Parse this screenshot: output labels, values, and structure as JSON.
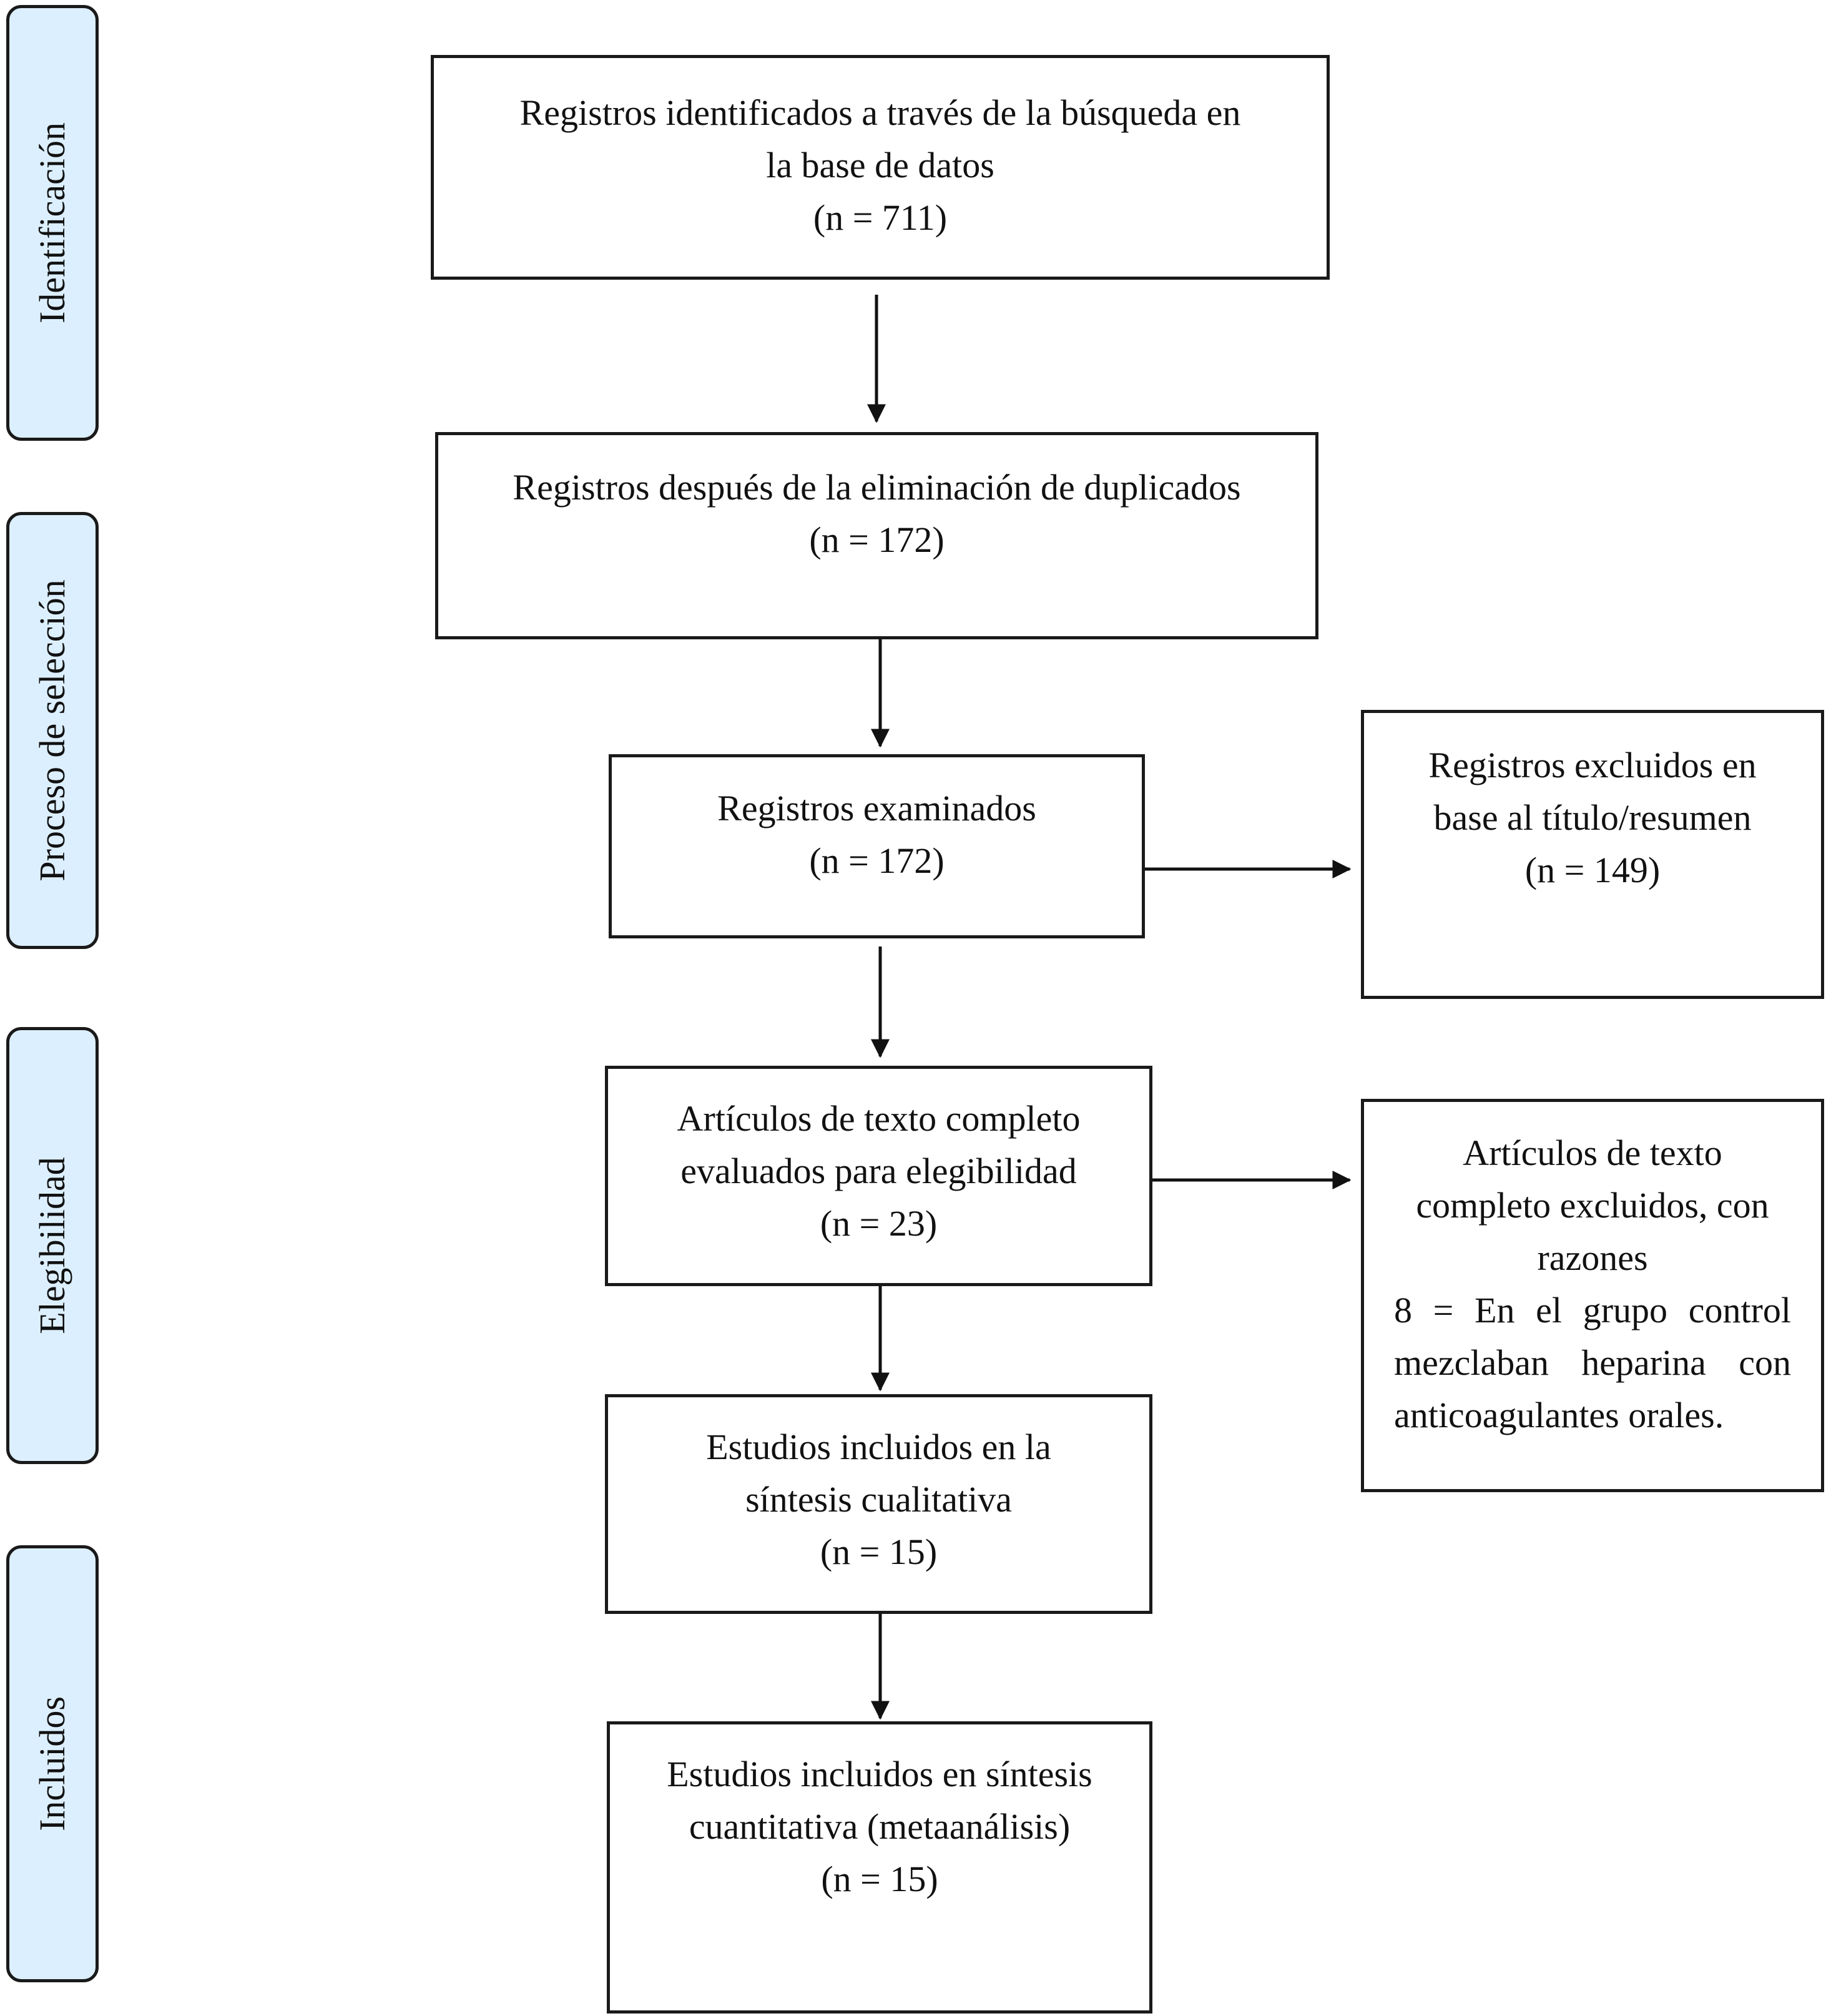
{
  "phases": [
    {
      "label": "Identificación"
    },
    {
      "label": "Proceso de selección"
    },
    {
      "label": "Elegibilidad"
    },
    {
      "label": "Incluidos"
    }
  ],
  "boxes": {
    "identified": {
      "lines": [
        "Registros identificados a través de la búsqueda en",
        "la base de datos",
        "(n = 711)"
      ]
    },
    "after_duplicates": {
      "lines": [
        "Registros después de la eliminación de duplicados",
        "(n = 172)"
      ]
    },
    "screened": {
      "lines": [
        "Registros examinados",
        "(n = 172)"
      ]
    },
    "excluded_title": {
      "lines": [
        "Registros excluidos en",
        "base al título/resumen",
        "(n = 149)"
      ]
    },
    "fulltext_assessed": {
      "lines": [
        "Artículos de texto completo",
        "evaluados para elegibilidad",
        "(n = 23)"
      ]
    },
    "fulltext_excluded": {
      "lines": [
        "Artículos de texto",
        "completo excluidos, con",
        "razones",
        "8 = En el grupo control",
        "mezclaban heparina con",
        "anticoagulantes orales."
      ]
    },
    "qualitative": {
      "lines": [
        "Estudios incluidos en la",
        "síntesis cualitativa",
        "(n = 15)"
      ]
    },
    "quantitative": {
      "lines": [
        "Estudios incluidos en síntesis",
        "cuantitativa (metaanálisis)",
        "(n = 15)"
      ]
    }
  }
}
